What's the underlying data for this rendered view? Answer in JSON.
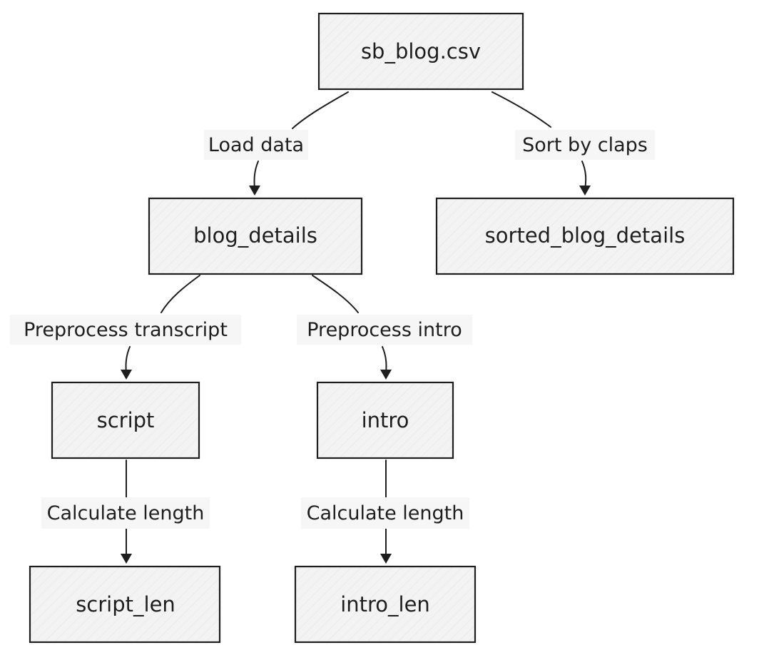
{
  "nodes": {
    "source": "sb_blog.csv",
    "blog_details": "blog_details",
    "sorted": "sorted_blog_details",
    "script": "script",
    "intro": "intro",
    "script_len": "script_len",
    "intro_len": "intro_len"
  },
  "edges": {
    "load": "Load data",
    "sort": "Sort by claps",
    "pre_transcript": "Preprocess transcript",
    "pre_intro": "Preprocess intro",
    "calc_script": "Calculate length",
    "calc_intro": "Calculate length"
  },
  "colors": {
    "box_fill": "#f3f3f3",
    "stroke": "#1e1e1e",
    "label_background": "#f6f6f6"
  }
}
